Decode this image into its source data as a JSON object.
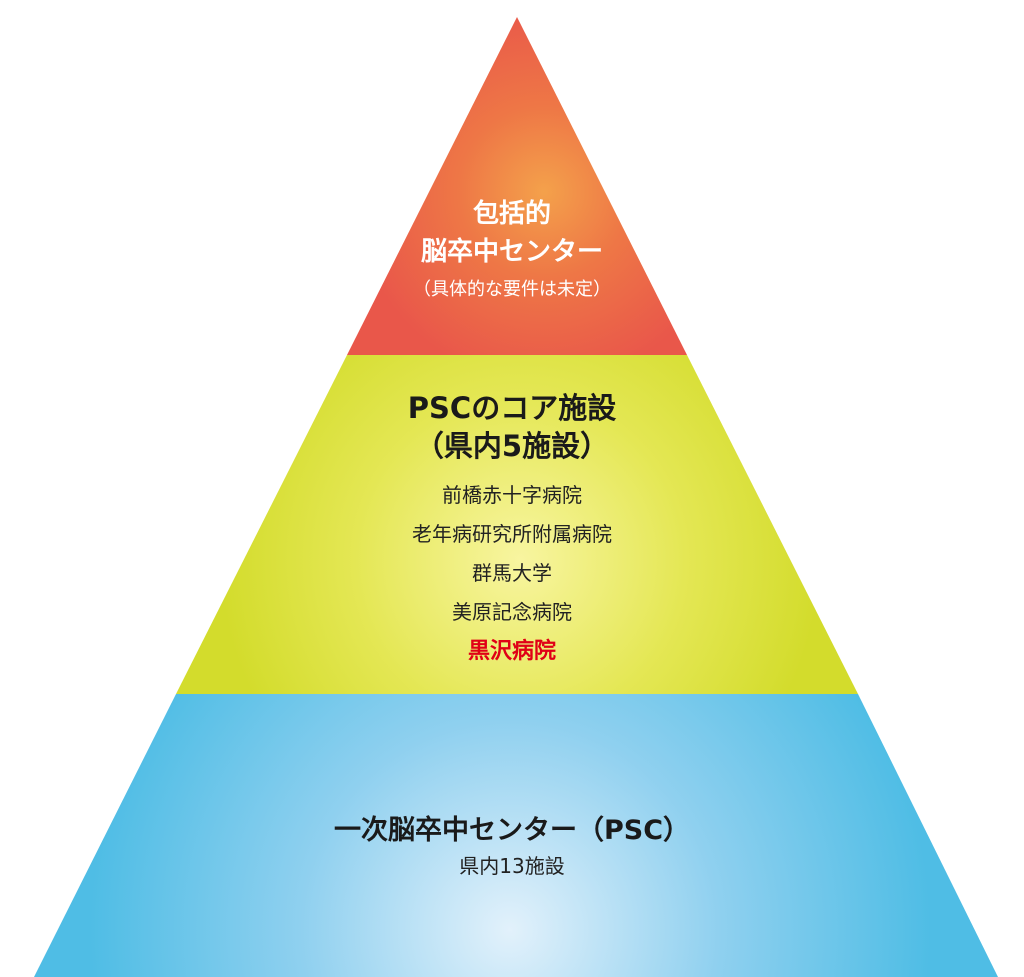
{
  "pyramid": {
    "top_tier": {
      "title_line1": "包括的",
      "title_line2": "脳卒中センター",
      "note": "（具体的な要件は未定）",
      "color": "#e9574a",
      "highlight_color": "#f4a14b"
    },
    "middle_tier": {
      "title_line1": "PSCのコア施設",
      "title_line2": "（県内5施設）",
      "facilities": [
        "前橋赤十字病院",
        "老年病研究所附属病院",
        "群馬大学",
        "美原記念病院",
        "黒沢病院"
      ],
      "highlighted_facility": "黒沢病院",
      "highlight_text_color": "#e00016",
      "color": "#d3dc2c",
      "highlight_color": "#f8f5a0"
    },
    "bottom_tier": {
      "title": "一次脳卒中センター（PSC）",
      "note": "県内13施設",
      "color": "#4fbde5",
      "highlight_color": "#e2f1fb"
    }
  }
}
